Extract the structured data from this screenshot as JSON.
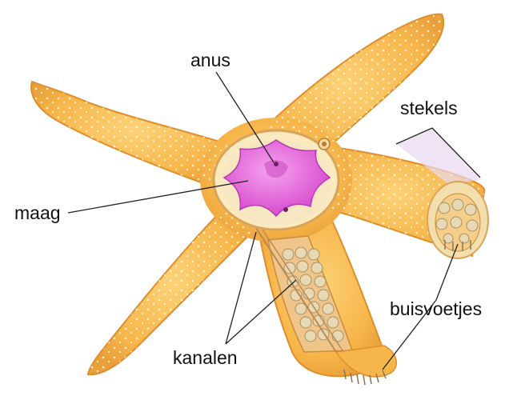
{
  "labels": {
    "anus": "anus",
    "maag": "maag",
    "stekels": "stekels",
    "buisvoetjes": "buisvoetjes",
    "kanalen": "kanalen"
  },
  "colors": {
    "body": "#f7b64a",
    "body_light": "#fcd277",
    "body_dark": "#e08d2b",
    "spines": "#fff3d6",
    "stomach": "#e35ad8",
    "stomach_light": "#f08ee8",
    "cut_rim": "#f3dfae",
    "tube_feet": "#e6d9b3",
    "canal_line": "#b98a55",
    "spines_region": "#ead9f0",
    "leader_line": "#222222"
  }
}
